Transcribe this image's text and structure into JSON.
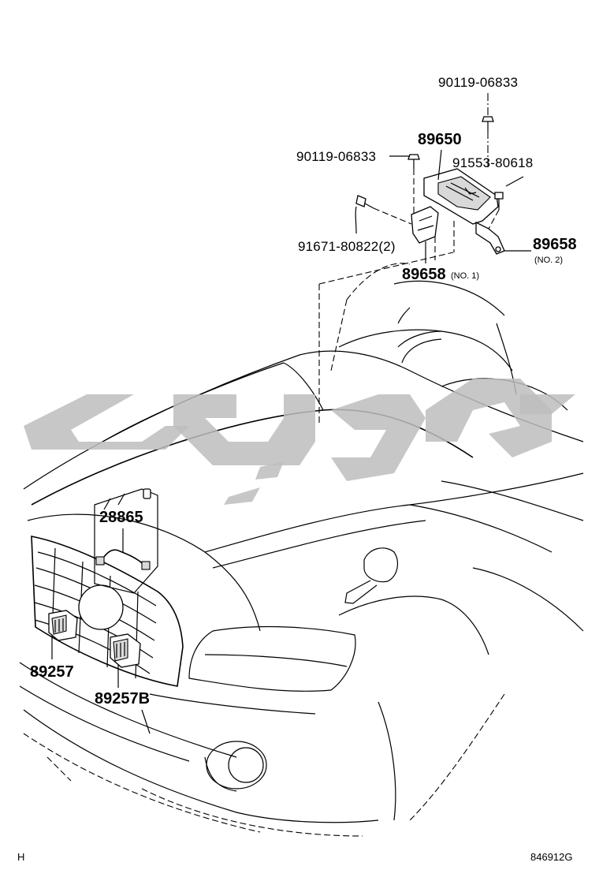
{
  "diagram": {
    "callouts": [
      {
        "id": "bolt-top",
        "text": "90119-06833"
      },
      {
        "id": "main-part",
        "text": "89650"
      },
      {
        "id": "bolt-left",
        "text": "90119-06833"
      },
      {
        "id": "screw-right",
        "text": "91553-80618"
      },
      {
        "id": "bolt-lower",
        "text": "91671-80822(2)"
      },
      {
        "id": "bracket-no1",
        "text": "89658",
        "note": "(NO. 1)"
      },
      {
        "id": "bracket-no2",
        "text": "89658",
        "note": "(NO. 2)"
      },
      {
        "id": "wire-harness",
        "text": "28865"
      },
      {
        "id": "sensor-left",
        "text": "89257"
      },
      {
        "id": "sensor-right",
        "text": "89257B"
      }
    ],
    "corner_left": "H",
    "figure_code": "846912G"
  }
}
